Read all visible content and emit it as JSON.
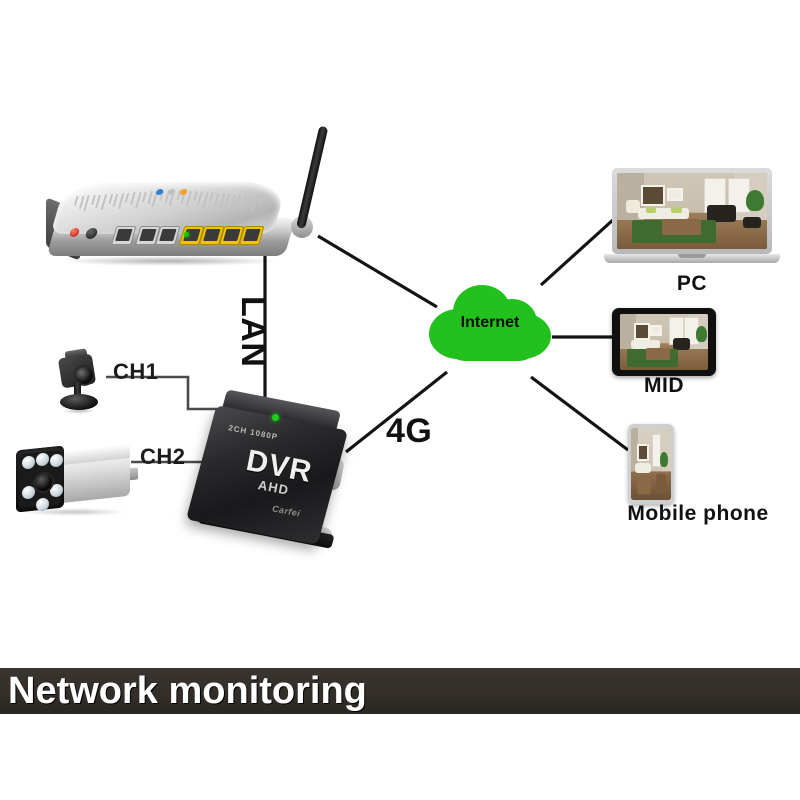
{
  "banner": {
    "title": "Network monitoring"
  },
  "cloud": {
    "label": "Internet",
    "color": "#22c11e"
  },
  "links": {
    "lan_label": "LAN",
    "wan_label": "4G",
    "ch1_label": "CH1",
    "ch2_label": "CH2"
  },
  "devices": {
    "router": {
      "name": "router",
      "ports": [
        "LAN1",
        "LAN2",
        "LAN3",
        "LAN4"
      ]
    },
    "dvr": {
      "spec_label": "2CH 1080P",
      "title": "DVR",
      "subtitle": "AHD",
      "brand": "Carfei"
    },
    "camera_ch1": {
      "name": "mini dome camera"
    },
    "camera_ch2": {
      "name": "bullet ir camera"
    },
    "pc": {
      "label": "PC"
    },
    "mid": {
      "label": "MID"
    },
    "phone": {
      "label": "Mobile phone"
    }
  }
}
